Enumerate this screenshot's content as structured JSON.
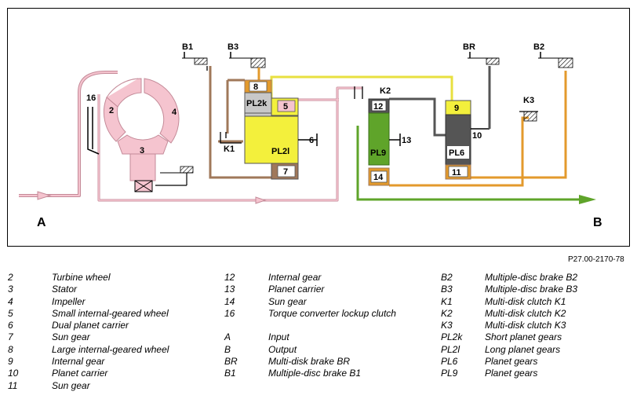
{
  "diagram": {
    "labels": {
      "B1": "B1",
      "B3": "B3",
      "BR": "BR",
      "B2": "B2",
      "K1": "K1",
      "K2": "K2",
      "K3": "K3",
      "n16": "16",
      "n2": "2",
      "n4": "4",
      "n3": "3",
      "n8": "8",
      "PL2k": "PL2k",
      "n5": "5",
      "PL2l": "PL2l",
      "n6": "6",
      "n7": "7",
      "n12": "12",
      "PL9": "PL9",
      "n13": "13",
      "n14": "14",
      "n9": "9",
      "n10": "10",
      "PL6": "PL6",
      "n11": "11",
      "A": "A",
      "B": "B"
    },
    "colors": {
      "pink": "#f5c4cf",
      "pink_edge": "#c48a98",
      "brown": "#a0785a",
      "yellow": "#f3f03c",
      "yellow_line": "#e8e040",
      "orange": "#e39a2c",
      "green": "#5fa42a",
      "darkgray": "#555555",
      "gray": "#c8c8c8",
      "white_box": "#ffffff"
    }
  },
  "reference": "P27.00-2170-78",
  "legend": {
    "col1": [
      {
        "key": "2",
        "value": "Turbine wheel"
      },
      {
        "key": "3",
        "value": "Stator"
      },
      {
        "key": "4",
        "value": "Impeller"
      },
      {
        "key": "5",
        "value": "Small internal-geared wheel"
      },
      {
        "key": "6",
        "value": "Dual planet carrier"
      },
      {
        "key": "7",
        "value": "Sun gear"
      },
      {
        "key": "8",
        "value": "Large internal-geared wheel"
      },
      {
        "key": "9",
        "value": "Internal gear"
      },
      {
        "key": "10",
        "value": "Planet carrier"
      },
      {
        "key": "11",
        "value": "Sun gear"
      }
    ],
    "col2": [
      {
        "key": "12",
        "value": "Internal gear"
      },
      {
        "key": "13",
        "value": "Planet carrier"
      },
      {
        "key": "14",
        "value": "Sun gear"
      },
      {
        "key": "16",
        "value": "Torque converter lockup clutch"
      },
      {
        "key": "",
        "value": ""
      },
      {
        "key": "A",
        "value": "Input"
      },
      {
        "key": "B",
        "value": "Output"
      },
      {
        "key": "BR",
        "value": "Multi-disk brake BR"
      },
      {
        "key": "B1",
        "value": "Multiple-disc brake B1"
      }
    ],
    "col3": [
      {
        "key": "B2",
        "value": "Multiple-disc brake B2"
      },
      {
        "key": "B3",
        "value": "Multiple-disc brake B3"
      },
      {
        "key": "K1",
        "value": "Multi-disk clutch K1"
      },
      {
        "key": "K2",
        "value": "Multi-disk clutch K2"
      },
      {
        "key": "K3",
        "value": "Multi-disk clutch K3"
      },
      {
        "key": "PL2k",
        "value": "Short planet gears"
      },
      {
        "key": "PL2l",
        "value": "Long planet gears"
      },
      {
        "key": "PL6",
        "value": "Planet gears"
      },
      {
        "key": "PL9",
        "value": "Planet gears"
      }
    ]
  }
}
